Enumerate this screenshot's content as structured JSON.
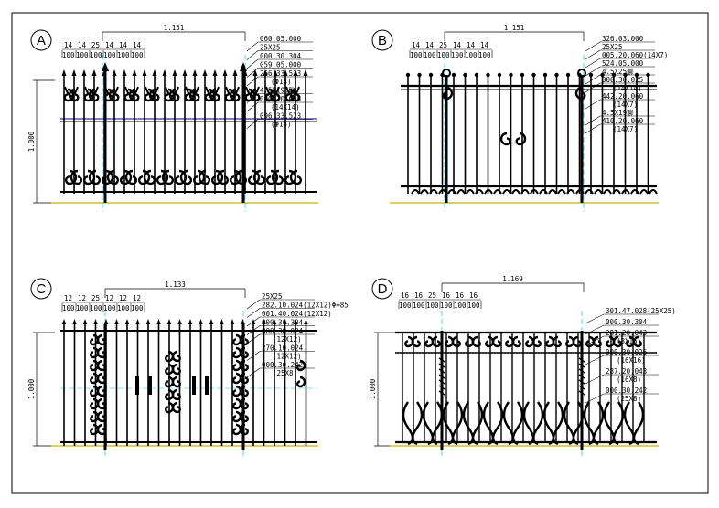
{
  "colors": {
    "frame": "#000000",
    "centerline": "#00c8d8",
    "ground": "#c8b400",
    "leader": "#000000",
    "highlight": "#3a2aa8"
  },
  "panels": [
    {
      "id": "A",
      "label": "A",
      "span": "1.151",
      "height": "1.000",
      "spacing_top": [
        "14",
        "14",
        "25",
        "14",
        "14",
        "14"
      ],
      "spacing_bottom": [
        "100",
        "100",
        "100",
        "100",
        "100",
        "100"
      ],
      "callouts": [
        {
          "code": "060.05.000",
          "sub": ""
        },
        {
          "code": "25X25",
          "sub": ""
        },
        {
          "code": "000.30.304",
          "sub": ""
        },
        {
          "code": "059.05.000",
          "sub": ""
        },
        {
          "code": "266.33.523",
          "sub": "(Φ14)"
        },
        {
          "code": "4.5X19.聊",
          "sub": ""
        },
        {
          "code": "000.20.025",
          "sub": "(14X14)"
        },
        {
          "code": "096.33.523",
          "sub": "(Φ14)"
        }
      ]
    },
    {
      "id": "B",
      "label": "B",
      "span": "1.151",
      "height": "",
      "spacing_top": [
        "14",
        "14",
        "25",
        "14",
        "14",
        "14"
      ],
      "spacing_bottom": [
        "100",
        "100",
        "100",
        "100",
        "100",
        "100"
      ],
      "callouts": [
        {
          "code": "326.03.000",
          "sub": ""
        },
        {
          "code": "25X25",
          "sub": ""
        },
        {
          "code": "005.20.060(14X7)",
          "sub": ""
        },
        {
          "code": "524.05.000",
          "sub": ""
        },
        {
          "code": "4.5X25聊",
          "sub": ""
        },
        {
          "code": "000.30.025",
          "sub": "(14X14)"
        },
        {
          "code": "442.20.060",
          "sub": "(14X7)"
        },
        {
          "code": "4.5X19聊",
          "sub": ""
        },
        {
          "code": "410.20.060",
          "sub": "(14X7)"
        }
      ]
    },
    {
      "id": "C",
      "label": "C",
      "span": "1.133",
      "height": "1.000",
      "spacing_top": [
        "12",
        "12",
        "25",
        "12",
        "12",
        "12"
      ],
      "spacing_bottom": [
        "100",
        "100",
        "100",
        "100",
        "100",
        "100"
      ],
      "callouts": [
        {
          "code": "25X25",
          "sub": ""
        },
        {
          "code": "282.10.024(12X12)Φ=85",
          "sub": ""
        },
        {
          "code": "001.40.024(12X12)",
          "sub": ""
        },
        {
          "code": "000.30.304",
          "sub": ""
        },
        {
          "code": "000.30.024",
          "sub": "(12X12)"
        },
        {
          "code": "270.10.024",
          "sub": "(12X12)"
        },
        {
          "code": "000.30.242",
          "sub": "(25X8)"
        }
      ]
    },
    {
      "id": "D",
      "label": "D",
      "span": "1.169",
      "height": "1.000",
      "spacing_top": [
        "16",
        "16",
        "25",
        "16",
        "16",
        "16"
      ],
      "spacing_bottom": [
        "100",
        "100",
        "100",
        "100",
        "100",
        "100"
      ],
      "callouts": [
        {
          "code": "301.47.028(25X25)",
          "sub": ""
        },
        {
          "code": "000.30.304",
          "sub": ""
        },
        {
          "code": "281.20.043",
          "sub": "(8X16)"
        },
        {
          "code": "000.30.026",
          "sub": "(16X16)"
        },
        {
          "code": "287.20.043",
          "sub": "(16X8)"
        },
        {
          "code": "000.30.242",
          "sub": "(25X8)"
        }
      ]
    }
  ]
}
